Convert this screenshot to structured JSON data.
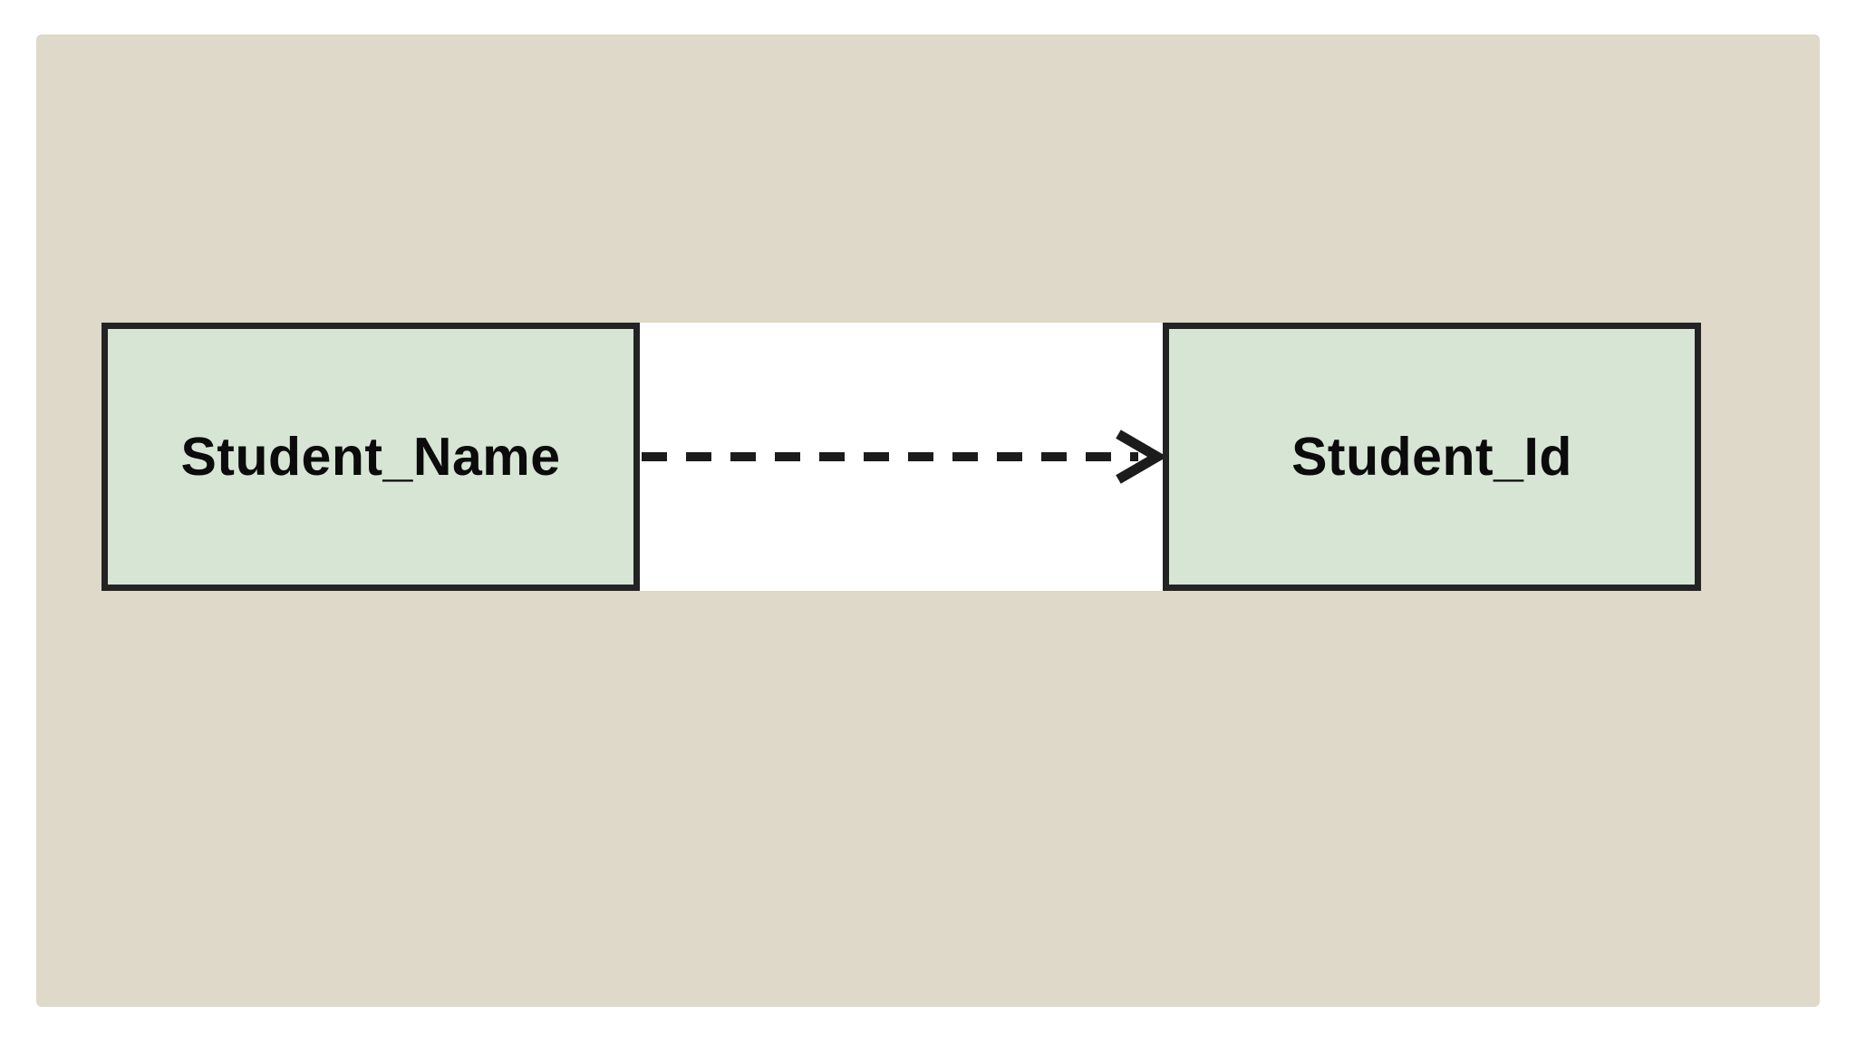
{
  "diagram": {
    "nodes": [
      {
        "id": "student-name",
        "label": "Student_Name"
      },
      {
        "id": "student-id",
        "label": "Student_Id"
      }
    ],
    "edge": {
      "from": "Student_Name",
      "to": "Student_Id",
      "type": "dashed-arrow",
      "direction": "left-to-right"
    },
    "colors": {
      "page_bg": "#ffffff",
      "canvas_bg": "#ded9c8",
      "node_fill": "#d6e5d4",
      "node_border": "#232323",
      "edge_color": "#1c1c1c",
      "connector_bg": "#ffffff",
      "label_color": "#0b0b0b"
    }
  }
}
